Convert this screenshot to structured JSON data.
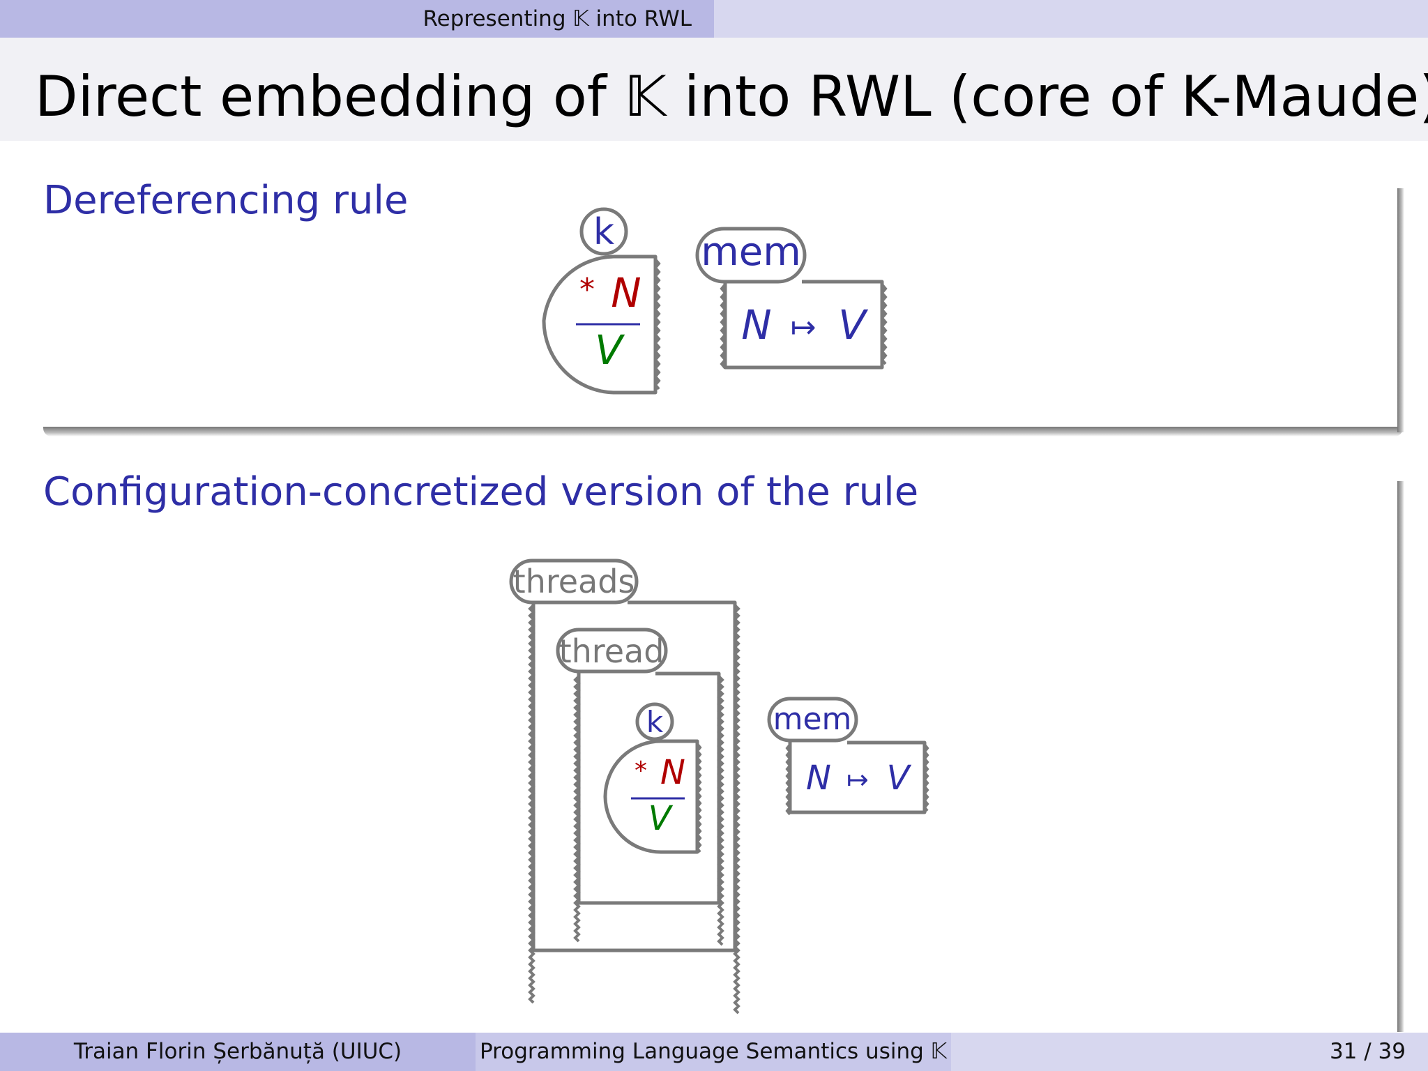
{
  "header": {
    "section": "Representing 𝕂 into RWL"
  },
  "title": "Direct embedding of 𝕂 into RWL (core of K-Maude)",
  "block1": {
    "title": "Dereferencing rule",
    "k_label": "k",
    "star": "*",
    "n": "N",
    "v": "V",
    "mem_label": "mem",
    "maps_n": "N",
    "maps_arrow": "↦",
    "maps_v": "V"
  },
  "block2": {
    "title": "Configuration-concretized version of the rule",
    "threads_label": "threads",
    "thread_label": "thread",
    "k_label": "k",
    "star": "*",
    "n": "N",
    "v": "V",
    "mem_label": "mem",
    "maps_n": "N",
    "maps_arrow": "↦",
    "maps_v": "V"
  },
  "colors": {
    "blue": "#2e2ea6",
    "red": "#b00000",
    "green": "#007a00",
    "cell_gray": "#7a7a7a",
    "cell_text": "#777777"
  },
  "footer": {
    "author": "Traian Florin Șerbănuță  (UIUC)",
    "talk": "Programming Language Semantics using 𝕂",
    "page": "31 / 39"
  }
}
